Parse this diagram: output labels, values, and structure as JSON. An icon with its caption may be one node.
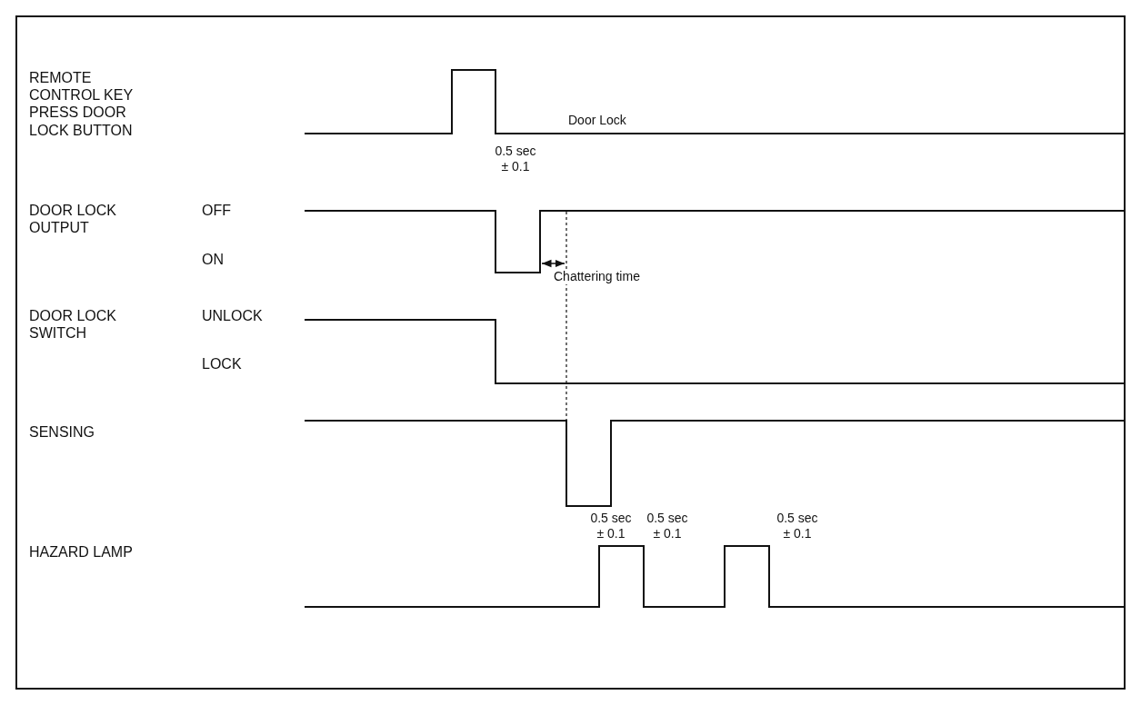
{
  "diagram": {
    "labels": [
      "REMOTE CONTROL KEY PRESS DOOR LOCK BUTTON",
      "Door Lock",
      "0.5 sec ± 0.1",
      "DOOR LOCK OUTPUT",
      "OFF",
      "ON",
      "Chattering time",
      "DOOR LOCK SWITCH",
      "UNLOCK",
      "LOCK",
      "SENSING",
      "0.5 sec ± 0.1",
      "0.5 sec ± 0.1",
      "0.5 sec ± 0.1",
      "HAZARD LAMP"
    ]
  }
}
